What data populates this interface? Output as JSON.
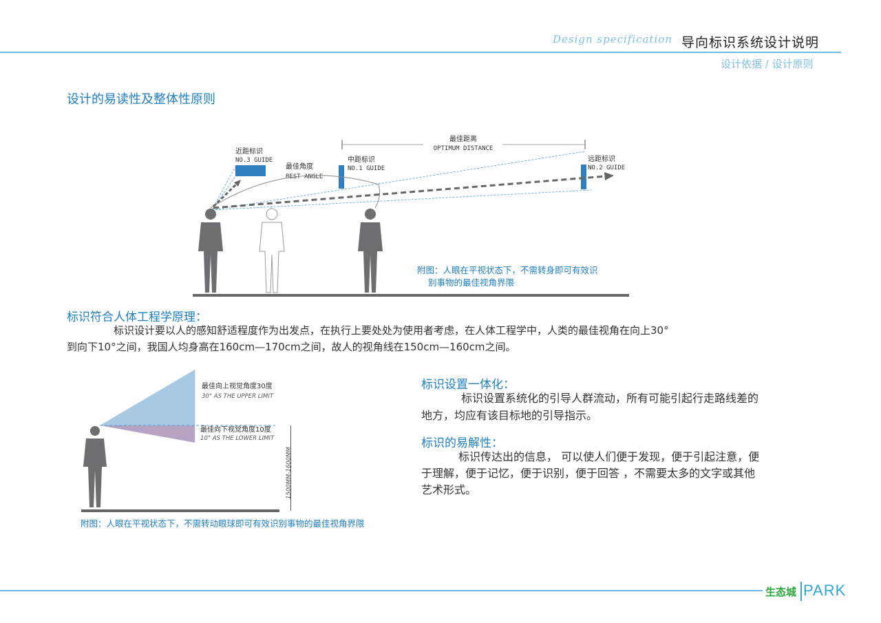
{
  "header": {
    "script_label": "Design specification",
    "title": "导向标识系统设计说明",
    "subtitle": "设计依据 / 设计原则"
  },
  "section_title": "设计的易读性及整体性原则",
  "diagram1": {
    "optimum_distance_cn": "最佳距离",
    "optimum_distance_en": "OPTIMUM DISTANCE",
    "near_guide_cn": "近距标识",
    "near_guide_en": "NO.3 GUIDE",
    "mid_guide_cn": "中距标识",
    "mid_guide_en": "NO.1 GUIDE",
    "far_guide_cn": "远距标识",
    "far_guide_en": "NO.2 GUIDE",
    "best_angle_cn": "最佳角度",
    "best_angle_en": "BEST ANGLE",
    "caption_line1": "附图：人眼在平视状态下，不需转身即可有效识",
    "caption_line2": "别事物的最佳视角界限"
  },
  "ergonomics": {
    "heading": "标识符合人体工程学原理：",
    "line1": "标识设计要以人的感知舒适程度作为出发点，在执行上要处处为使用者考虑，在人体工程学中，人类的最佳视角在向上30°",
    "line2": "到向下10°之间，我国人均身高在160cm—170cm之间，故人的视角线在150cm—160cm之间。"
  },
  "diagram2": {
    "upper_cn": "最佳向上视觉角度30度",
    "upper_en": "30° AS THE UPPER LIMIT",
    "lower_cn": "最佳向下视觉角度10度",
    "lower_en": "10° AS THE LOWER LIMIT",
    "height_label": "1500MM-1600MM",
    "caption": "附图：人眼在平视状态下，不需转动眼球即可有效识别事物的最佳视角界限"
  },
  "unify": {
    "heading": "标识设置一体化：",
    "line1": "标识设置系统化的引导人群流动，所有可能引起行走路线差的",
    "line2": "地方，均应有该目标地的引导指示。"
  },
  "clarity": {
    "heading": "标识的易解性：",
    "line1": "标识传达出的信息，  可以使人们便于发现，便于引起注意，便",
    "line2": "于理解，便于记忆，便于识别，便于回答 ，不需要太多的文字或其他",
    "line3": "艺术形式。"
  },
  "footer": {
    "logo_cn": "生态城",
    "logo_en": "PARK"
  },
  "colors": {
    "accent_blue": "#1f7fc0",
    "rule_blue": "#6cb6e3",
    "sign_blue": "#2f7fc1",
    "figure_gray": "#6d6e71",
    "upper_fill": "#a7c9e4",
    "lower_fill": "#b8a3c4"
  }
}
